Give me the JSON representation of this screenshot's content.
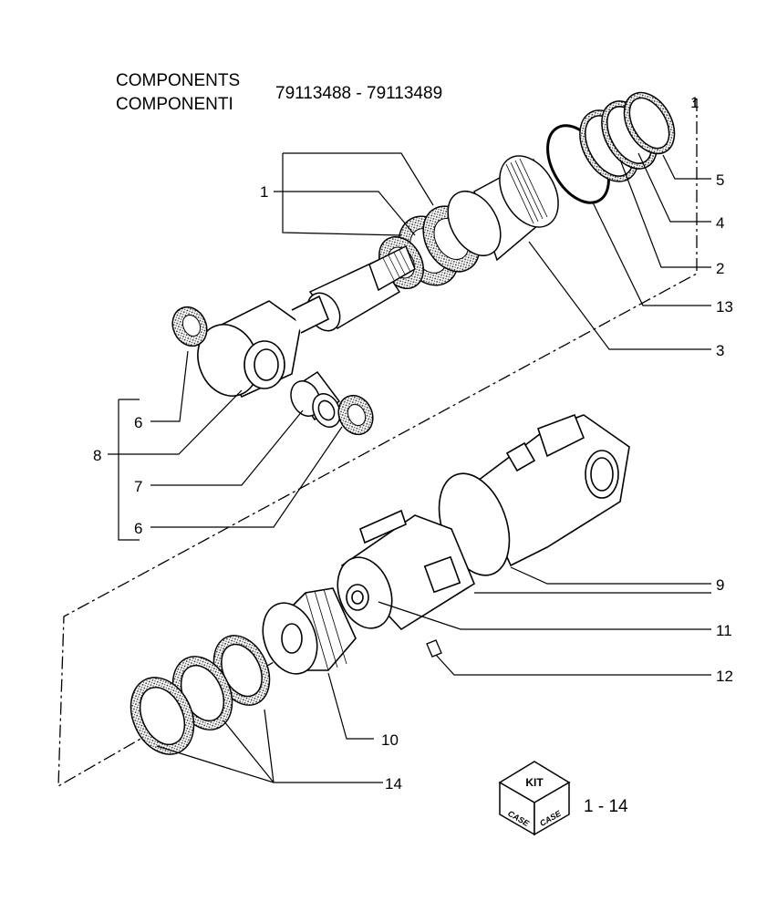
{
  "header": {
    "title_en": "COMPONENTS",
    "title_it": "COMPONENTI",
    "part_numbers": "79113488 - 79113489"
  },
  "callouts": {
    "c1a": "1",
    "c1b": "1",
    "c5": "5",
    "c4": "4",
    "c2": "2",
    "c13": "13",
    "c3": "3",
    "c6a": "6",
    "c8": "8",
    "c7": "7",
    "c6b": "6",
    "c9": "9",
    "c11": "11",
    "c12": "12",
    "c10": "10",
    "c14": "14"
  },
  "kit": {
    "label": "KIT",
    "brand": "CASE",
    "ref": "1 - 14"
  }
}
